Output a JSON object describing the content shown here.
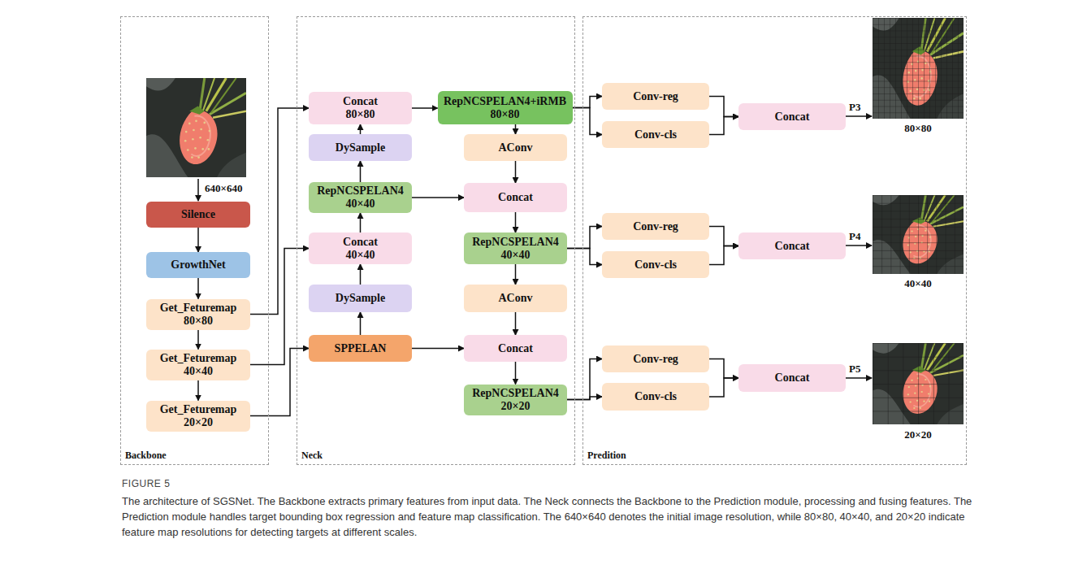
{
  "diagram": {
    "caption": "The architecture of SGSNet. The Backbone extracts primary features from input data. The Neck connects the Backbone to the Prediction module, processing and fusing features. The Prediction module handles target bounding box regression and feature map classification. The 640×640 denotes the initial image resolution, while 80×80, 40×40, and 20×20 indicate feature map resolutions for detecting targets at different scales.",
    "nodes": [
      {
        "text": [
          "Backbone"
        ]
      },
      {
        "text": [
          "Neck"
        ]
      },
      {
        "text": [
          "Predition"
        ]
      },
      {
        "text": [
          "Silence"
        ],
        "in": 0
      },
      {
        "text": [
          "GrowthNet"
        ],
        "in": 0
      },
      {
        "text": [
          "Get_Feturemap",
          "80×80"
        ],
        "in": 0
      },
      {
        "text": [
          "Get_Feturemap",
          "40×40"
        ],
        "in": 0
      },
      {
        "text": [
          "Get_Feturemap",
          "20×20"
        ],
        "in": 0
      },
      {
        "text": [
          "Concat",
          "80×80"
        ],
        "in": 1
      },
      {
        "text": [
          "DySample"
        ],
        "in": 1
      },
      {
        "text": [
          "RepNCSPELAN4",
          "40×40"
        ],
        "in": 1
      },
      {
        "text": [
          "Concat",
          "40×40"
        ],
        "in": 1
      },
      {
        "text": [
          "DySample"
        ],
        "in": 1
      },
      {
        "text": [
          "SPPELAN"
        ],
        "in": 1
      },
      {
        "text": [
          "RepNCSPELAN4+iRMB",
          "80×80"
        ],
        "in": 1
      },
      {
        "text": [
          "AConv"
        ],
        "in": 1
      },
      {
        "text": [
          "Concat"
        ],
        "in": 1
      },
      {
        "text": [
          "RepNCSPELAN4",
          "40×40"
        ],
        "in": 1
      },
      {
        "text": [
          "AConv"
        ],
        "in": 1
      },
      {
        "text": [
          "Concat"
        ],
        "in": 1
      },
      {
        "text": [
          "RepNCSPELAN4",
          "20×20"
        ],
        "in": 1
      },
      {
        "text": [
          "Conv-reg"
        ],
        "in": 2
      },
      {
        "text": [
          "Conv-cls"
        ],
        "in": 2
      },
      {
        "text": [
          "Concat"
        ],
        "in": 2
      },
      {
        "text": [
          "Conv-reg"
        ],
        "in": 2
      },
      {
        "text": [
          "Conv-cls"
        ],
        "in": 2
      },
      {
        "text": [
          "Concat"
        ],
        "in": 2
      },
      {
        "text": [
          "Conv-reg"
        ],
        "in": 2
      },
      {
        "text": [
          "Conv-cls"
        ],
        "in": 2
      },
      {
        "text": [
          "Concat"
        ],
        "in": 2
      }
    ],
    "edges": [
      {
        "from": 3,
        "to": 4,
        "arrow": "to"
      },
      {
        "from": 4,
        "to": 5,
        "arrow": "to"
      },
      {
        "from": 5,
        "to": 6,
        "arrow": "to"
      },
      {
        "from": 6,
        "to": 7,
        "arrow": "to"
      },
      {
        "from": 5,
        "to": 8,
        "arrow": "to"
      },
      {
        "from": 6,
        "to": 11,
        "arrow": "to"
      },
      {
        "from": 7,
        "to": 13,
        "arrow": "to"
      },
      {
        "from": 13,
        "to": 12,
        "arrow": "to"
      },
      {
        "from": 12,
        "to": 11,
        "arrow": "to"
      },
      {
        "from": 11,
        "to": 10,
        "arrow": "to"
      },
      {
        "from": 10,
        "to": 9,
        "arrow": "to"
      },
      {
        "from": 9,
        "to": 8,
        "arrow": "to"
      },
      {
        "from": 8,
        "to": 14,
        "arrow": "to"
      },
      {
        "from": 14,
        "to": 15,
        "arrow": "to"
      },
      {
        "from": 15,
        "to": 16,
        "arrow": "to"
      },
      {
        "from": 10,
        "to": 16,
        "arrow": "to"
      },
      {
        "from": 16,
        "to": 17,
        "arrow": "to"
      },
      {
        "from": 17,
        "to": 18,
        "arrow": "to"
      },
      {
        "from": 18,
        "to": 19,
        "arrow": "to"
      },
      {
        "from": 13,
        "to": 19,
        "arrow": "to"
      },
      {
        "from": 19,
        "to": 20,
        "arrow": "to"
      },
      {
        "from": 14,
        "to": 21,
        "arrow": "to"
      },
      {
        "from": 14,
        "to": 22,
        "arrow": "to"
      },
      {
        "from": 21,
        "to": 23,
        "arrow": "to"
      },
      {
        "from": 22,
        "to": 23,
        "arrow": "to"
      },
      {
        "from": 17,
        "to": 24,
        "arrow": "to"
      },
      {
        "from": 17,
        "to": 25,
        "arrow": "to"
      },
      {
        "from": 24,
        "to": 26,
        "arrow": "to"
      },
      {
        "from": 25,
        "to": 26,
        "arrow": "to"
      },
      {
        "from": 20,
        "to": 27,
        "arrow": "to"
      },
      {
        "from": 20,
        "to": 28,
        "arrow": "to"
      },
      {
        "from": 27,
        "to": 29,
        "arrow": "to"
      },
      {
        "from": 28,
        "to": 29,
        "arrow": "to"
      }
    ],
    "labels": [
      "640×640",
      "P3",
      "80×80",
      "P4",
      "40×40",
      "P5",
      "20×20",
      "FIGURE 5"
    ]
  }
}
